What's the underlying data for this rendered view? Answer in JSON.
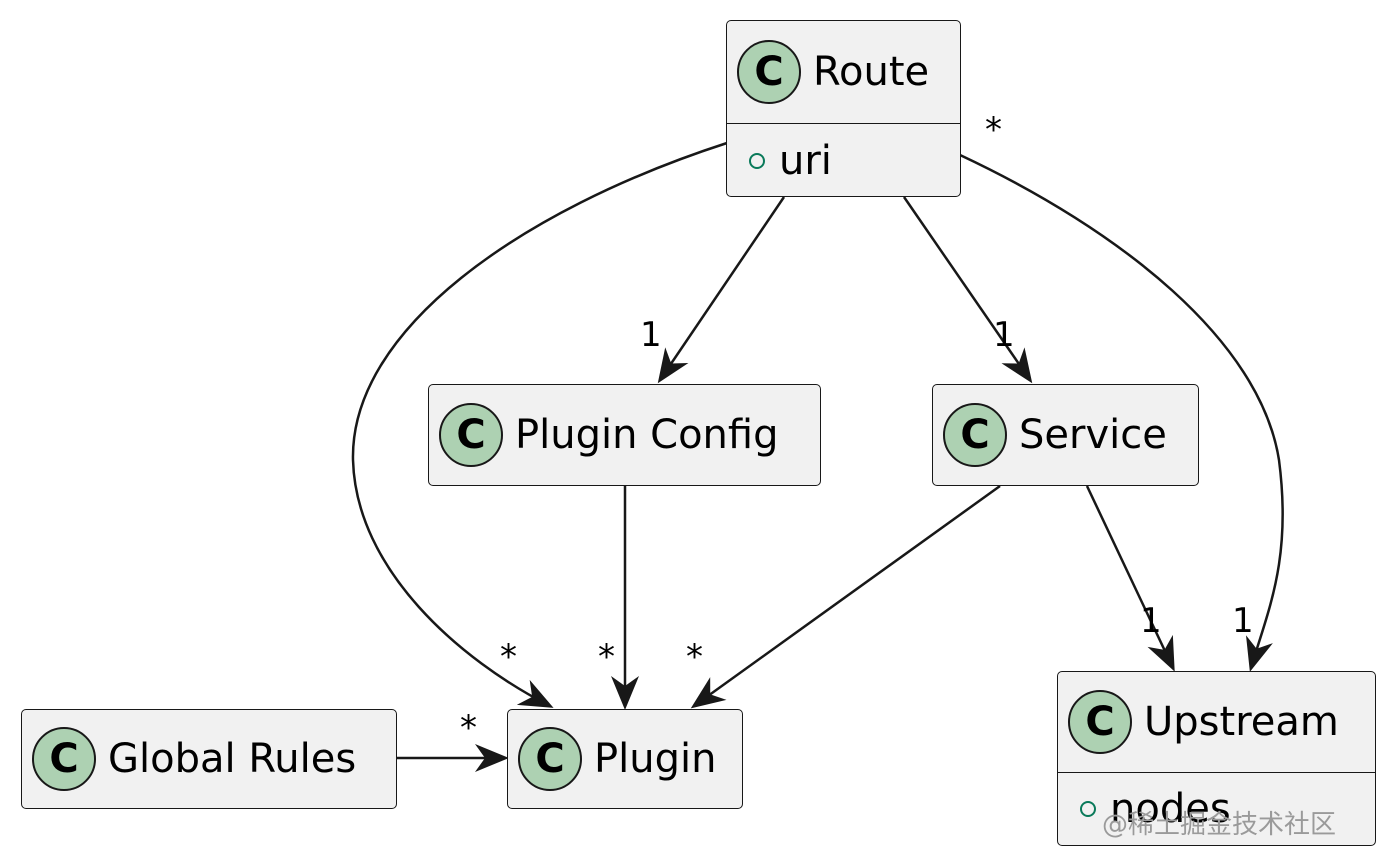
{
  "classes": {
    "route": {
      "badge": "C",
      "name": "Route",
      "attribute": "uri"
    },
    "plugin_config": {
      "badge": "C",
      "name": "Plugin Config"
    },
    "service": {
      "badge": "C",
      "name": "Service"
    },
    "global_rules": {
      "badge": "C",
      "name": "Global Rules"
    },
    "plugin": {
      "badge": "C",
      "name": "Plugin"
    },
    "upstream": {
      "badge": "C",
      "name": "Upstream",
      "attribute": "nodes"
    }
  },
  "multiplicities": {
    "route_to_upstream_source": "*",
    "route_to_plugin_config": "1",
    "route_to_service": "1",
    "route_to_plugin": "*",
    "plugin_config_to_plugin": "*",
    "service_to_plugin": "*",
    "global_rules_to_plugin": "*",
    "service_to_upstream": "1",
    "route_to_upstream": "1"
  },
  "watermark": "@稀土掘金技术社区",
  "colors": {
    "box_fill": "#f1f1f1",
    "badge_fill": "#add1b2",
    "line": "#181818",
    "visibility_circle": "#0a7a5a"
  }
}
